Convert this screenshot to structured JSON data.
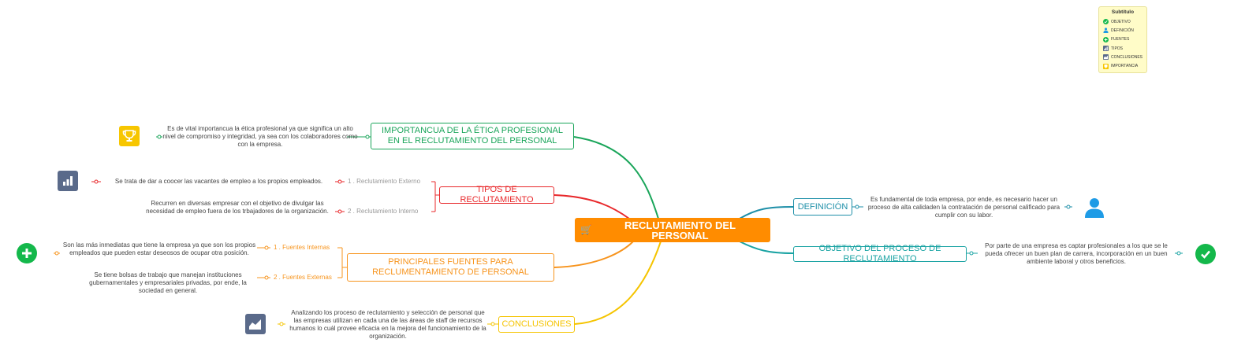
{
  "central": {
    "label": "RECLUTAMIENTO DEL PERSONAL",
    "icon": "cart-icon",
    "color": "#ff8c00"
  },
  "branches": {
    "etica": {
      "label": "IMPORTANCUA DE LA ÉTICA PROFESIONAL EN EL RECLUTAMIENTO DEL PERSONAL",
      "color": "#1aa55a",
      "text": "Es de vital importancua la ética profesional ya que significa un alto nivel de compromiso y integridad, ya sea con los colaboradores como con la empresa.",
      "icon": "trophy-icon"
    },
    "tipos": {
      "label": "TIPOS DE RECLUTAMIENTO",
      "color": "#e8282b",
      "icon": "bar-chart-icon",
      "sub1": {
        "label": "1 . Reclutamiento Externo",
        "text": "Se trata de dar a coocer las vacantes de empleo a los propios empleados."
      },
      "sub2": {
        "label": "2 . Reclutamiento Interno",
        "text": "Recurren en diversas empresar con el objetivo de divulgar las necesidad de empleo fuera de los trbajadores de la organización."
      }
    },
    "fuentes": {
      "label": "PRINCIPALES FUENTES PARA RECLUMENTAMIENTO DE PERSONAL",
      "color": "#f7941d",
      "icon": "plus-circle-icon",
      "sub1": {
        "label": "1 . Fuentes Internas",
        "text": "Son las más inmediatas que tiene la empresa ya que son los propios empleados que pueden estar deseosos de ocupar otra posición."
      },
      "sub2": {
        "label": "2 . Fuentes Externas",
        "text": "Se tiene bolsas de trabajo que manejan instituciones gubernamentales y empresariales privadas, por ende, la sociedad en general."
      }
    },
    "conclusiones": {
      "label": "CONCLUSIONES",
      "color": "#f5c400",
      "icon": "area-chart-icon",
      "text": "Analizando los proceso de reclutamiento y selección de personal que las empresas utilizan en cada una de las áreas de staff de recursos humanos lo cuál provee eficacia en la mejora del funcionamiento de la organización."
    },
    "definicion": {
      "label": "DEFINICIÓN",
      "color": "#1e8fa8",
      "icon": "person-icon",
      "text": "Es fundamental de toda empresa, por ende, es necesario hacer un proceso de alta calidaden la contratación de personal calificado para cumplir con su labor."
    },
    "objetivo": {
      "label": "OBJETIVO DEL PROCESO DE RECLUTAMIENTO",
      "color": "#1aa3a3",
      "icon": "check-circle-icon",
      "text": "Por parte de una empresa es captar profesionales a los que se le pueda ofrecer un buen plan de carrera, incorporación en un buen ambiente laboral y otros beneficios."
    }
  },
  "legend": {
    "title": "Subtítulo",
    "items": [
      {
        "label": "OBJETIVO",
        "icon": "check-circle-icon"
      },
      {
        "label": "DEFINICIÓN",
        "icon": "person-icon"
      },
      {
        "label": "FUENTES",
        "icon": "plus-circle-icon"
      },
      {
        "label": "TIPOS",
        "icon": "bar-chart-icon"
      },
      {
        "label": "CONCLUSIONES",
        "icon": "area-chart-icon"
      },
      {
        "label": "IMPORTANCIA",
        "icon": "trophy-icon"
      }
    ]
  }
}
